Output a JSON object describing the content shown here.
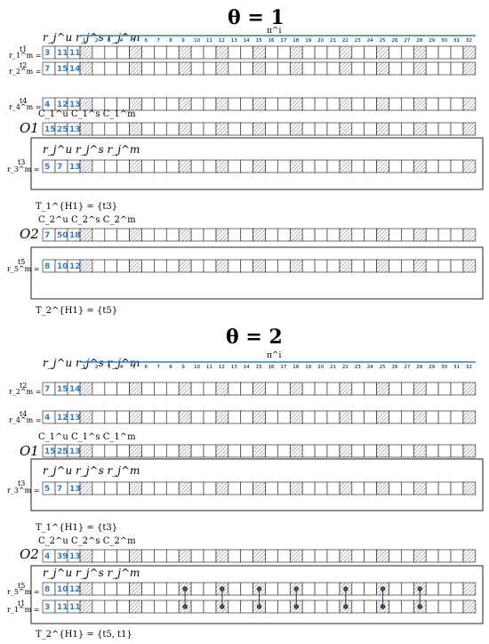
{
  "sections": [
    {
      "title": "θ = 1",
      "header": {
        "r_label": "r_j^u r_j^s r_j^m",
        "pi_label": "π^i",
        "numbers": [
          "1",
          "2",
          "3",
          "4",
          "5",
          "6",
          "7",
          "8",
          "9",
          "10",
          "11",
          "12",
          "13",
          "14",
          "15",
          "16",
          "17",
          "18",
          "19",
          "20",
          "21",
          "22",
          "23",
          "24",
          "25",
          "26",
          "27",
          "28",
          "29",
          "30",
          "31",
          "32"
        ]
      },
      "rows": [
        {
          "label": "t1",
          "sublabel": "r_1^m = 11",
          "vals": [
            "3",
            "11",
            "11"
          ]
        },
        {
          "label": "t2",
          "sublabel": "r_2^m = 14",
          "vals": [
            "7",
            "15",
            "14"
          ]
        },
        {
          "label": "t4",
          "sublabel": "r_4^m = 13",
          "vals": [
            "4",
            "12",
            "13"
          ]
        }
      ],
      "order": [
        {
          "label": "O1",
          "cap": "C_1^u C_1^s C_1^m",
          "vals": [
            "15",
            "25",
            "13"
          ],
          "box": {
            "label": "t3",
            "sublabel": "r_3^m = 13",
            "vals": [
              "5",
              "7",
              "13"
            ]
          },
          "tset": "T_1^{H1} = {t3}"
        },
        {
          "label": "O2",
          "cap": "C_2^u C_2^s C_2^m",
          "vals": [
            "7",
            "50",
            "18"
          ],
          "box": {
            "label": "t5",
            "sublabel": "r_5^m = 12",
            "vals": [
              "8",
              "10",
              "12"
            ]
          },
          "tset": "T_2^{H1} = {t5}"
        }
      ]
    },
    {
      "title": "θ = 2",
      "header": {
        "r_label": "r_j^u r_j^s r_j^m",
        "pi_label": "π^i",
        "numbers": [
          "1",
          "2",
          "3",
          "4",
          "5",
          "6",
          "7",
          "8",
          "9",
          "10",
          "11",
          "12",
          "13",
          "14",
          "15",
          "16",
          "17",
          "18",
          "19",
          "20",
          "21",
          "22",
          "23",
          "24",
          "25",
          "26",
          "27",
          "28",
          "29",
          "30",
          "31",
          "32"
        ]
      },
      "rows": [
        {
          "label": "t2",
          "sublabel": "r_2^m = 14",
          "vals": [
            "7",
            "15",
            "14"
          ]
        },
        {
          "label": "t4",
          "sublabel": "r_4^m = 13",
          "vals": [
            "4",
            "12",
            "13"
          ]
        }
      ],
      "order": [
        {
          "label": "O1",
          "cap": "C_1^u C_1^s C_1^m",
          "vals": [
            "15",
            "25",
            "13"
          ],
          "box": {
            "label": "t3",
            "sublabel": "r_3^m = 13",
            "vals": [
              "5",
              "7",
              "13"
            ]
          },
          "tset": "T_1^{H1} = {t3}"
        },
        {
          "label": "O2",
          "cap": "C_2^u C_2^s C_2^m",
          "vals": [
            "4",
            "39",
            "13"
          ],
          "box2": [
            {
              "label": "t5",
              "sublabel": "r_5^m = 12",
              "vals": [
                "8",
                "10",
                "12"
              ]
            },
            {
              "label": "t1",
              "sublabel": "r_1^m = 11",
              "vals": [
                "3",
                "11",
                "11"
              ]
            }
          ],
          "tset": "T_2^{H1} = {t5, t1}"
        }
      ]
    }
  ]
}
